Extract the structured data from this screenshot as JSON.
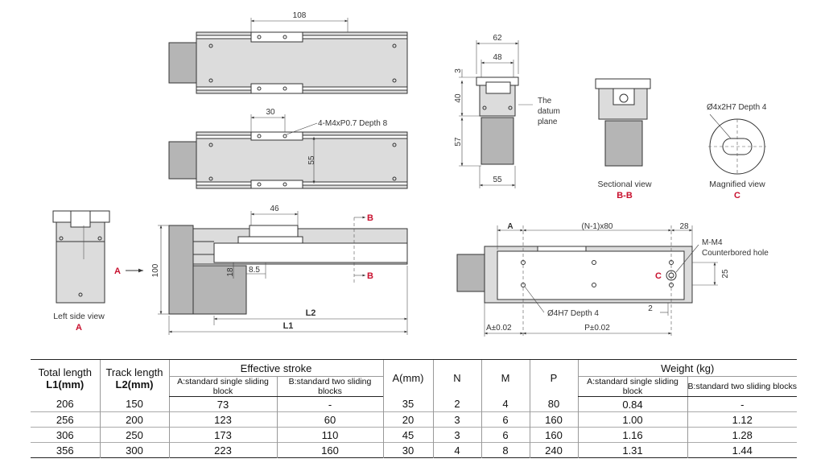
{
  "drawing": {
    "dims": {
      "top_108": "108",
      "mid_30": "30",
      "mid_thread": "4-M4xP0.7 Depth 8",
      "mid_55": "55",
      "front_46": "46",
      "front_100": "100",
      "front_18": "18",
      "front_8_5": "8.5",
      "front_L2": "L2",
      "front_L1": "L1",
      "sec_62": "62",
      "sec_48": "48",
      "sec_3": "3",
      "sec_40": "40",
      "sec_57": "57",
      "sec_55": "55",
      "bot_A": "A",
      "bot_N": "(N-1)x80",
      "bot_28": "28",
      "bot_M": "M-M4",
      "bot_M2": "Counterbored hole",
      "bot_25": "25",
      "bot_2": "2",
      "bot_hole": "Ø4H7 Depth 4",
      "bot_Atol": "A±0.02",
      "bot_Ptol": "P±0.02",
      "mag_hole": "Ø4x2H7 Depth 4"
    },
    "labels": {
      "datum_1": "The",
      "datum_2": "datum",
      "datum_3": "plane",
      "left_view": "Left side view",
      "left_view_letter": "A",
      "sectional_view": "Sectional view",
      "sectional_view_letter": "B-B",
      "magnified_view": "Magnified view",
      "magnified_view_letter": "C",
      "arrow_A": "A",
      "cut_B_top": "B",
      "cut_B_bottom": "B",
      "detail_C": "C"
    }
  },
  "table": {
    "headers": {
      "total_length": "Total length",
      "total_length_unit": "L1(mm)",
      "track_length": "Track length",
      "track_length_unit": "L2(mm)",
      "effective_stroke": "Effective stroke",
      "stroke_a": "A:standard single sliding block",
      "stroke_b": "B:standard two sliding blocks",
      "a_mm": "A(mm)",
      "n": "N",
      "m": "M",
      "p": "P",
      "weight": "Weight (kg)",
      "weight_a": "A:standard single sliding block",
      "weight_b": "B:standard two sliding blocks"
    },
    "rows": [
      {
        "l1": "206",
        "l2": "150",
        "stroke_a": "73",
        "stroke_b": "-",
        "a": "35",
        "n": "2",
        "m": "4",
        "p": "80",
        "weight_a": "0.84",
        "weight_b": "-"
      },
      {
        "l1": "256",
        "l2": "200",
        "stroke_a": "123",
        "stroke_b": "60",
        "a": "20",
        "n": "3",
        "m": "6",
        "p": "160",
        "weight_a": "1.00",
        "weight_b": "1.12"
      },
      {
        "l1": "306",
        "l2": "250",
        "stroke_a": "173",
        "stroke_b": "110",
        "a": "45",
        "n": "3",
        "m": "6",
        "p": "160",
        "weight_a": "1.16",
        "weight_b": "1.28"
      },
      {
        "l1": "356",
        "l2": "300",
        "stroke_a": "223",
        "stroke_b": "160",
        "a": "30",
        "n": "4",
        "m": "8",
        "p": "240",
        "weight_a": "1.31",
        "weight_b": "1.44"
      }
    ]
  }
}
